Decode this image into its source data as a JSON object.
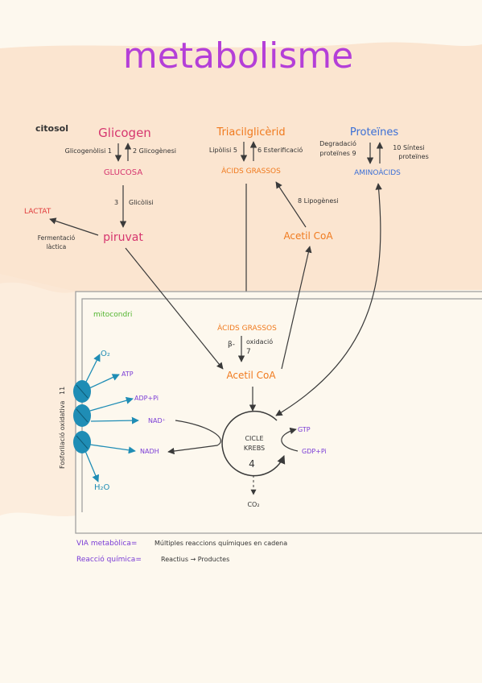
{
  "title": "metabolisme",
  "colors": {
    "title": "#b43fd8",
    "pink": "#d6366f",
    "orange": "#f07a1e",
    "blue": "#3b6fd6",
    "red": "#e03b3b",
    "green": "#52b52f",
    "purple": "#7a3cd6",
    "teal": "#1f8db5",
    "upper_bg": "#fbe5d0",
    "lower_bg": "#fdf8ee"
  },
  "labels": {
    "citosol": "citosol",
    "glicogen": "Glicogen",
    "glicogenolisi": "Glicogenòlisi 1",
    "glicogenesi": "2 Glicogènesi",
    "glucosa": "GLUCOSA",
    "glicolisi_num": "3",
    "glicolisi": "Glicòlisi",
    "lactat": "LACTAT",
    "fermentacio_1": "Fermentació",
    "fermentacio_2": "làctica",
    "piruvat": "piruvat",
    "triacilglicerid": "Triacilglicèrid",
    "lipolisi": "Lipòlisi 5",
    "esterificacio": "6 Esterificació",
    "acids_grassos_top": "ÀCIDS GRASSOS",
    "lipogenesi": "8 Lipogènesi",
    "acetil_coa_top": "Acetil CoA",
    "proteines": "Proteïnes",
    "degradacio_1": "Degradació",
    "degradacio_2": "proteïnes 9",
    "sintesi_1": "10 Síntesi",
    "sintesi_2": "proteïnes",
    "aminoacids": "AMINOÀCIDS",
    "mitocondri": "mitocondri",
    "acids_grassos_mito": "ÀCIDS GRASSOS",
    "beta": "β-",
    "oxidacio": "oxidació",
    "num7": "7",
    "acetil_coa_mito": "Acetil CoA",
    "cicle_1": "CICLE",
    "cicle_2": "KREBS",
    "num4": "4",
    "co2": "CO₂",
    "gtp": "GTP",
    "gdp": "GDP+Pi",
    "nad": "NAD⁺",
    "nadh": "NADH",
    "o2": "O₂",
    "atp": "ATP",
    "adp": "ADP+Pi",
    "h2o": "H₂O",
    "fosforilacio": "Fosforilació oxidativa",
    "fosforilacio_num": "11"
  },
  "definitions": {
    "via_term": "VIA metabòlica=",
    "via_text": "Múltiples reaccions químiques en cadena",
    "reaccio_term": "Reacció química=",
    "reaccio_text": "Reactius → Productes"
  }
}
